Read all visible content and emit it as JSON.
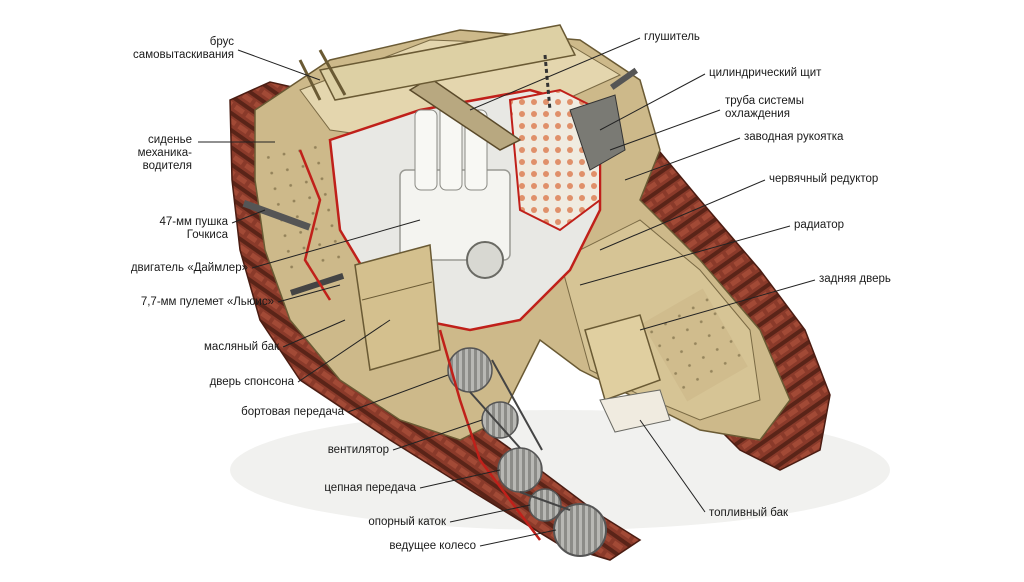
{
  "labels": [
    {
      "id": "self-recovery-beam",
      "lines": [
        "брус",
        "самовытаскивания"
      ]
    },
    {
      "id": "driver-seat",
      "lines": [
        "сиденье",
        "механика-",
        "водителя"
      ]
    },
    {
      "id": "hotchkiss-gun",
      "lines": [
        "47-мм пушка",
        "Гочкиса"
      ]
    },
    {
      "id": "daimler-engine",
      "lines": [
        "двигатель «Даймлер»"
      ]
    },
    {
      "id": "lewis-gun",
      "lines": [
        "7,7-мм пулемет «Льюис»"
      ]
    },
    {
      "id": "oil-tank",
      "lines": [
        "масляный бак"
      ]
    },
    {
      "id": "sponson-door",
      "lines": [
        "дверь спонсона"
      ]
    },
    {
      "id": "side-gear",
      "lines": [
        "бортовая передача"
      ]
    },
    {
      "id": "fan",
      "lines": [
        "вентилятор"
      ]
    },
    {
      "id": "chain-drive",
      "lines": [
        "цепная передача"
      ]
    },
    {
      "id": "road-wheel",
      "lines": [
        "опорный каток"
      ]
    },
    {
      "id": "drive-wheel",
      "lines": [
        "ведущее колесо"
      ]
    },
    {
      "id": "muffler",
      "lines": [
        "глушитель"
      ]
    },
    {
      "id": "cylindrical-shield",
      "lines": [
        "цилиндрический щит"
      ]
    },
    {
      "id": "cooling-pipe",
      "lines": [
        "труба системы",
        "охлаждения"
      ]
    },
    {
      "id": "crank-handle",
      "lines": [
        "заводная рукоятка"
      ]
    },
    {
      "id": "worm-gearbox",
      "lines": [
        "червячный редуктор"
      ]
    },
    {
      "id": "radiator",
      "lines": [
        "радиатор"
      ]
    },
    {
      "id": "rear-door",
      "lines": [
        "задняя дверь"
      ]
    },
    {
      "id": "fuel-tank",
      "lines": [
        "топливный бак"
      ]
    }
  ],
  "colors": {
    "hull": "#cdb98a",
    "hull_dark": "#9a8556",
    "hull_light": "#e4d6ae",
    "track": "#8a3a2a",
    "track_dark": "#5a2418",
    "interior": "#e8e8e4",
    "cut_edge": "#c0201a",
    "leader": "#222222",
    "text": "#1a1a1a"
  }
}
